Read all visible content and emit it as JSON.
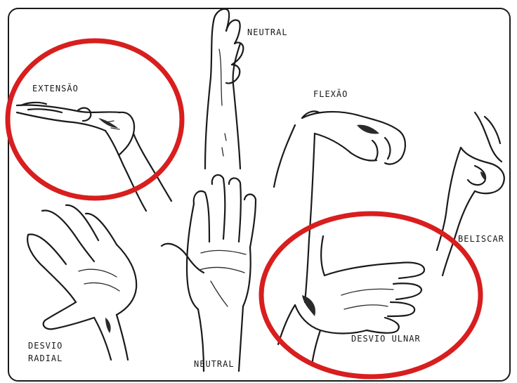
{
  "labels": {
    "extension": "EXTENSÃO",
    "neutral_top": "NEUTRAL",
    "flexion": "FLEXÃO",
    "pinch": "BELISCAR",
    "radial_deviation_line1": "DESVIO",
    "radial_deviation_line2": "RADIAL",
    "neutral_bottom": "NEUTRAL",
    "ulnar_deviation": "DESVIO ULNAR"
  },
  "colors": {
    "highlight": "#d81e1e",
    "ink": "#1a1a1a",
    "background": "#ffffff"
  },
  "highlighted_items": [
    "extension",
    "ulnar_deviation"
  ]
}
